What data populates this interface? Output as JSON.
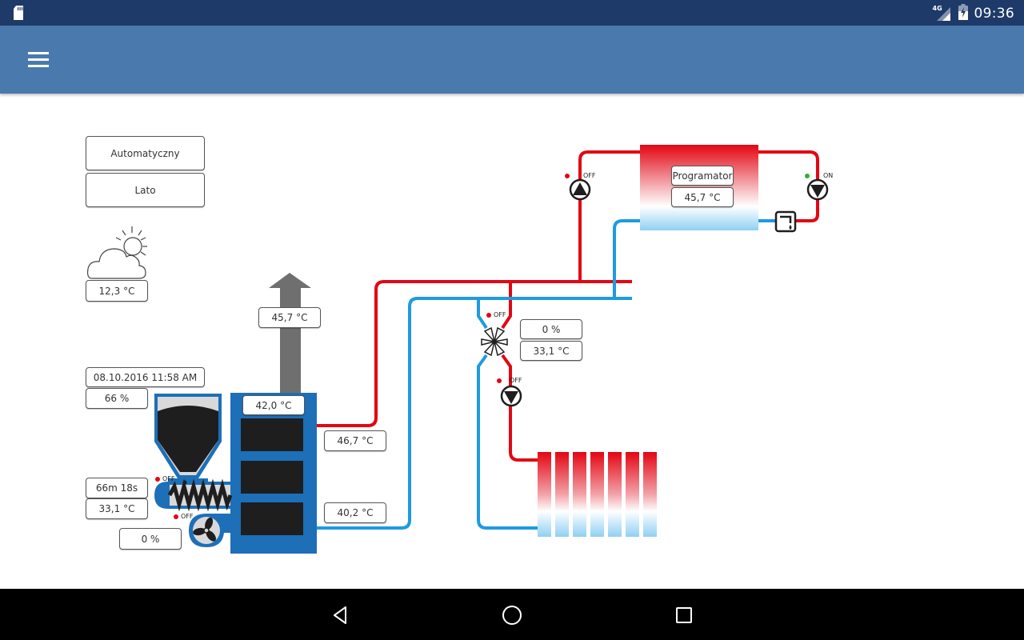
{
  "status_bar": {
    "time": "09:36",
    "network": "4G",
    "icons": [
      "sd-card-icon",
      "signal-4g-icon",
      "battery-charging-icon"
    ]
  },
  "app_bar": {
    "menu_icon": "hamburger-menu-icon"
  },
  "controls": {
    "mode_button": "Automatyczny",
    "season_button": "Lato"
  },
  "weather": {
    "icon": "partly-cloudy-icon",
    "outside_temp": "12,3 °C"
  },
  "boiler": {
    "chimney_temp": "45,7 °C",
    "boiler_temp": "42,0 °C",
    "supply_temp": "46,7 °C",
    "return_temp": "40,2 °C"
  },
  "feeder": {
    "datetime": "08.10.2016 11:58 AM",
    "fuel_level": "66 %",
    "feeder_time": "66m 18s",
    "feeder_temp": "33,1 °C",
    "feeder_status": "OFF",
    "fan_status": "OFF",
    "fan_power": "0 %"
  },
  "mixer": {
    "valve_status": "OFF",
    "valve_opening": "0 %",
    "mixer_temp": "33,1 °C",
    "pump_status": "OFF"
  },
  "hot_water": {
    "title": "Programator",
    "temp": "45,7 °C",
    "loading_pump_status": "OFF",
    "circulation_pump_status": "ON"
  },
  "colors": {
    "hot_pipe": "#e30613",
    "cold_pipe": "#1e9be0",
    "boiler_blue": "#1d6fb8",
    "status_on": "#2eb135",
    "status_off": "#e30613",
    "app_bar": "#4a7aad",
    "status_bar": "#1e3a68"
  },
  "nav_bar": {
    "back": "back-icon",
    "home": "home-icon",
    "recents": "recents-icon"
  }
}
